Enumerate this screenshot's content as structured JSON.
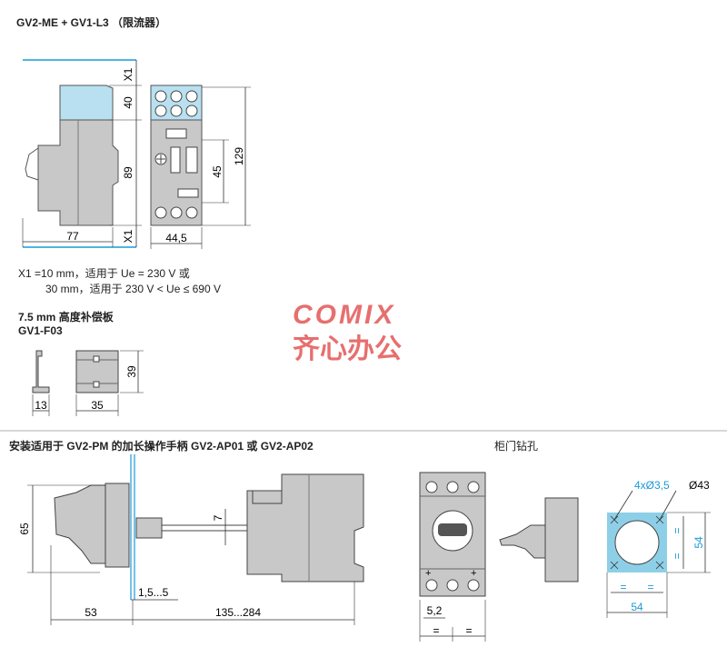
{
  "title1": "GV2-ME + GV1-L3 （限流器）",
  "dims_top": {
    "x1_top": "X1",
    "d40": "40",
    "d89": "89",
    "x1_bottom": "X1",
    "d77": "77",
    "d44_5": "44,5",
    "d45": "45",
    "d129": "129"
  },
  "note_x1_line1": "X1 =10 mm，适用于 Ue = 230 V 或",
  "note_x1_line2": "30 mm，适用于 230 V < Ue ≤ 690 V",
  "plate_title": "7.5 mm 高度补偿板",
  "plate_code": "GV1-F03",
  "dims_plate": {
    "d13": "13",
    "d35": "35",
    "d39": "39"
  },
  "logo": {
    "brand": "COMIX",
    "chinese": "齐心办公",
    "color": "#e04040"
  },
  "section2_title": "安装适用于 GV2-PM 的加长操作手柄 GV2-AP01 或 GV2-AP02",
  "section3_title": "柜门钻孔",
  "dims_handle": {
    "d65": "65",
    "d7": "7",
    "d1_5": "1,5...5",
    "d53": "53",
    "d135": "135...284"
  },
  "dims_front": {
    "d5_2": "5,2",
    "eq1": "=",
    "eq2": "="
  },
  "dims_drill": {
    "holes": "4xØ3,5",
    "dia": "Ø43",
    "d54_h": "54",
    "d54_v": "54",
    "eq_top": "=",
    "eq_bottom": "=",
    "eq_left_a": "=",
    "eq_left_b": "=",
    "eq_right": "54"
  },
  "colors": {
    "body_grey": "#c8c8c8",
    "cover_blue": "#b8e0f0",
    "accent": "#1a9ad6",
    "line": "#333333"
  }
}
